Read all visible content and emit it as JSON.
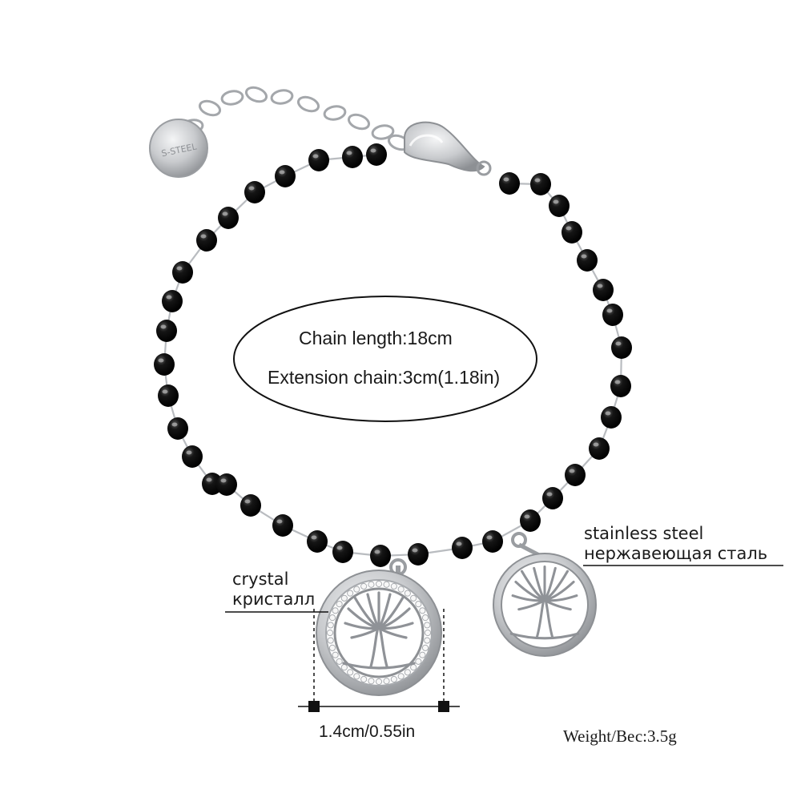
{
  "info_ellipse": {
    "chain_length": "Chain length:18cm",
    "extension_chain": "Extension chain:3cm(1.18in)"
  },
  "crystal_label": {
    "en": "crystal",
    "ru": "кристалл"
  },
  "steel_label": {
    "en": "stainless steel",
    "ru": "нержавеющая сталь"
  },
  "dimension_label": "1.4cm/0.55in",
  "weight_label": "Weight/Вес:3.5g",
  "tag_stamp": "S-STEEL",
  "colors": {
    "bead": "#0b0b0b",
    "metal": "#c9cbce",
    "metal_dark": "#8d9094",
    "annotation": "#111111"
  }
}
